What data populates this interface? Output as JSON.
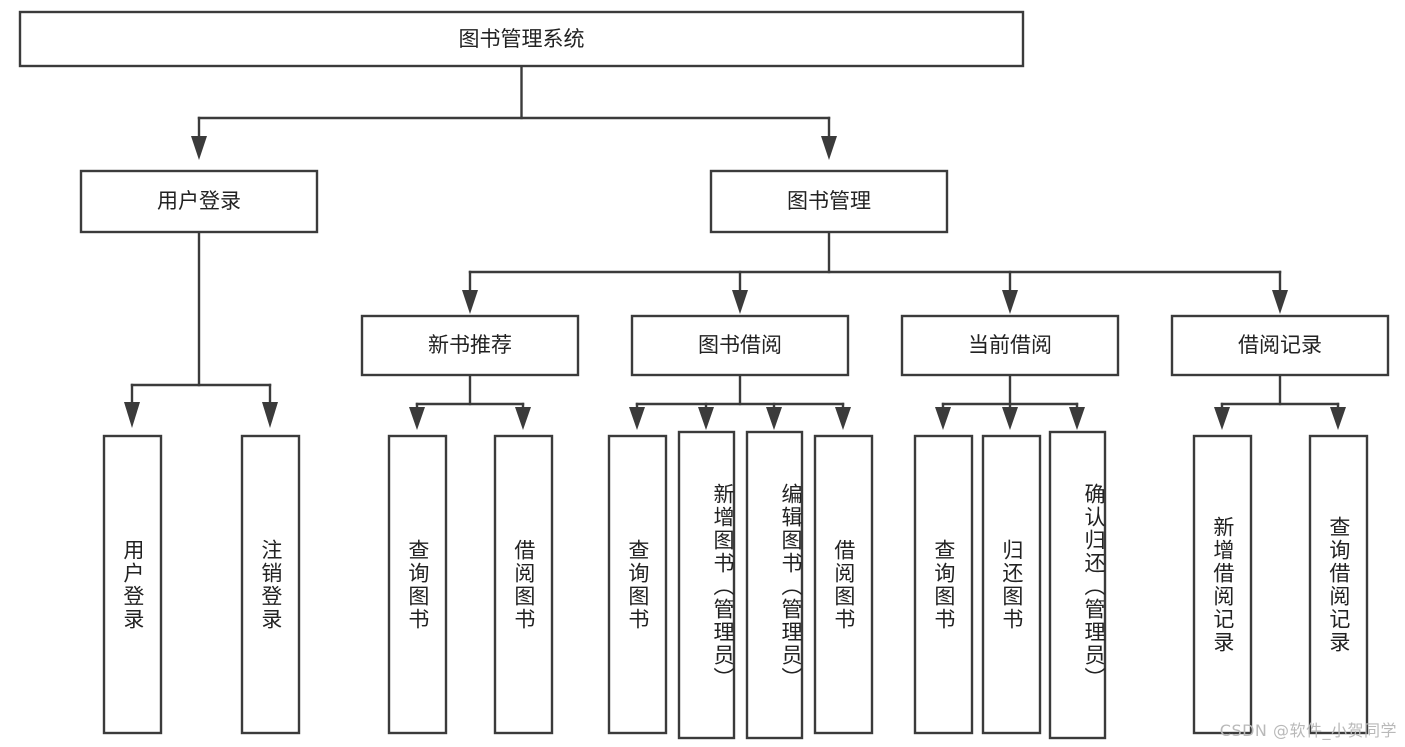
{
  "diagram": {
    "title": "图书管理系统",
    "watermark": "CSDN @软件_小贺同学",
    "colors": {
      "stroke": "#3b3b3b",
      "fill": "#ffffff",
      "text": "#222222",
      "watermark": "#b9b9b9"
    },
    "root": {
      "label": "图书管理系统",
      "orientation": "horizontal"
    },
    "level2": [
      {
        "label": "用户登录",
        "orientation": "horizontal"
      },
      {
        "label": "图书管理",
        "orientation": "horizontal"
      }
    ],
    "level3": [
      {
        "label": "新书推荐",
        "orientation": "horizontal"
      },
      {
        "label": "图书借阅",
        "orientation": "horizontal"
      },
      {
        "label": "当前借阅",
        "orientation": "horizontal"
      },
      {
        "label": "借阅记录",
        "orientation": "horizontal"
      }
    ],
    "leaves": {
      "user_login": [
        {
          "label": "用户登录",
          "orientation": "vertical"
        },
        {
          "label": "注销登录",
          "orientation": "vertical"
        }
      ],
      "new_book_recommend": [
        {
          "label": "查询图书",
          "orientation": "vertical"
        },
        {
          "label": "借阅图书",
          "orientation": "vertical"
        }
      ],
      "book_borrow": [
        {
          "label": "查询图书",
          "orientation": "vertical"
        },
        {
          "label": "新增图书（管理员）",
          "orientation": "vertical"
        },
        {
          "label": "编辑图书（管理员）",
          "orientation": "vertical"
        },
        {
          "label": "借阅图书",
          "orientation": "vertical"
        }
      ],
      "current_borrow": [
        {
          "label": "查询图书",
          "orientation": "vertical"
        },
        {
          "label": "归还图书",
          "orientation": "vertical"
        },
        {
          "label": "确认归还（管理员）",
          "orientation": "vertical"
        }
      ],
      "borrow_record": [
        {
          "label": "新增借阅记录",
          "orientation": "vertical"
        },
        {
          "label": "查询借阅记录",
          "orientation": "vertical"
        }
      ]
    }
  }
}
